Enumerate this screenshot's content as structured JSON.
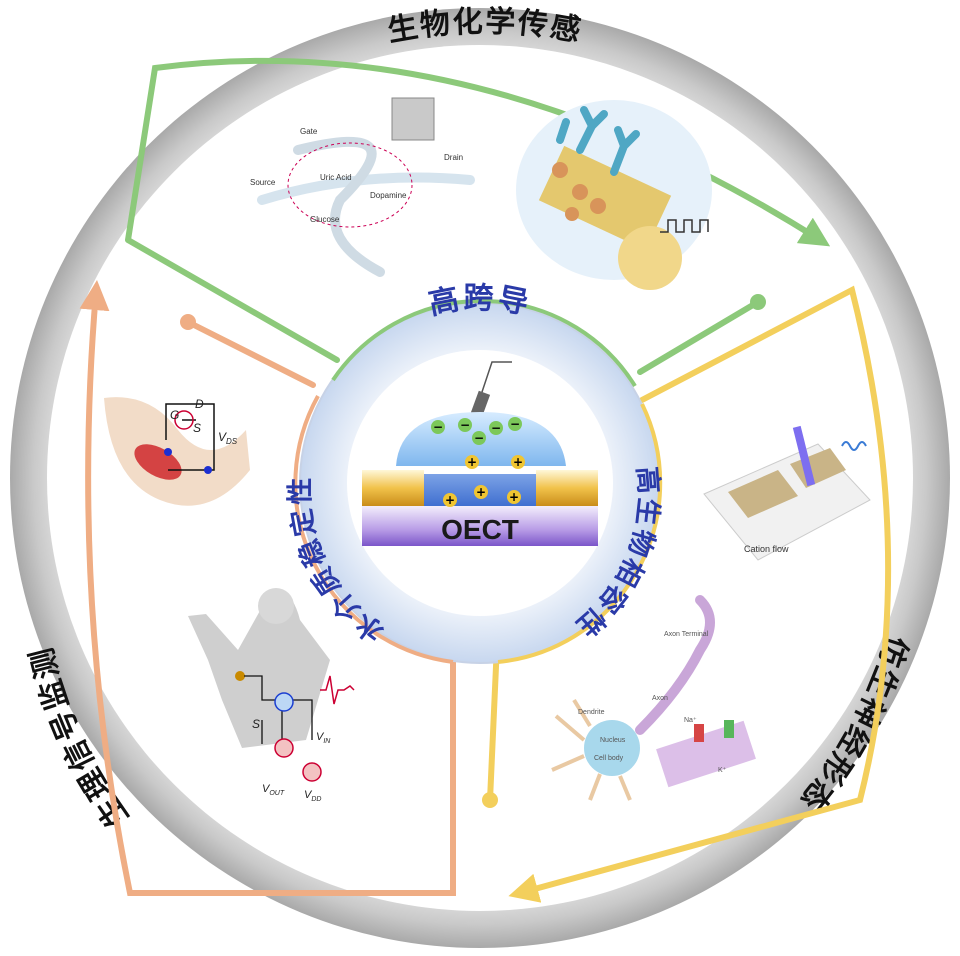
{
  "outer_labels": {
    "top": "生物化学传感",
    "right": "仿生神经形态",
    "left": "生理信号监测"
  },
  "inner_labels": {
    "top": "高跨导",
    "right": "高生物相容性",
    "left": "水介质稳定性"
  },
  "device": {
    "label": "OECT",
    "anion_sign": "−",
    "cation_sign": "+"
  },
  "biochem_panel": {
    "source": "Source",
    "gate": "Gate",
    "drain": "Drain",
    "uric_acid": "Uric Acid",
    "dopamine": "Dopamine",
    "glucose": "Glucose"
  },
  "neuro_panel": {
    "cation_flow": "Cation flow",
    "dendrite": "Dendrite",
    "nucleus": "Nucleus",
    "cell_body": "Cell body",
    "axon": "Axon",
    "axon_terminal": "Axon Terminal",
    "na": "Na⁺",
    "k": "K⁺"
  },
  "physio_panel": {
    "g": "G",
    "d": "D",
    "s": "S",
    "vds": "V",
    "vds_sub": "DS",
    "vin": "V",
    "vin_sub": "IN",
    "vout": "V",
    "vout_sub": "OUT",
    "vdd": "V",
    "vdd_sub": "DD",
    "s_label": "S"
  },
  "colors": {
    "green": "#8cc97a",
    "yellow": "#f3cf5c",
    "orange": "#efad84",
    "ring": "#cfcfcf",
    "blue_text": "#2a3aa8",
    "dark_text": "#1a1a1a"
  }
}
